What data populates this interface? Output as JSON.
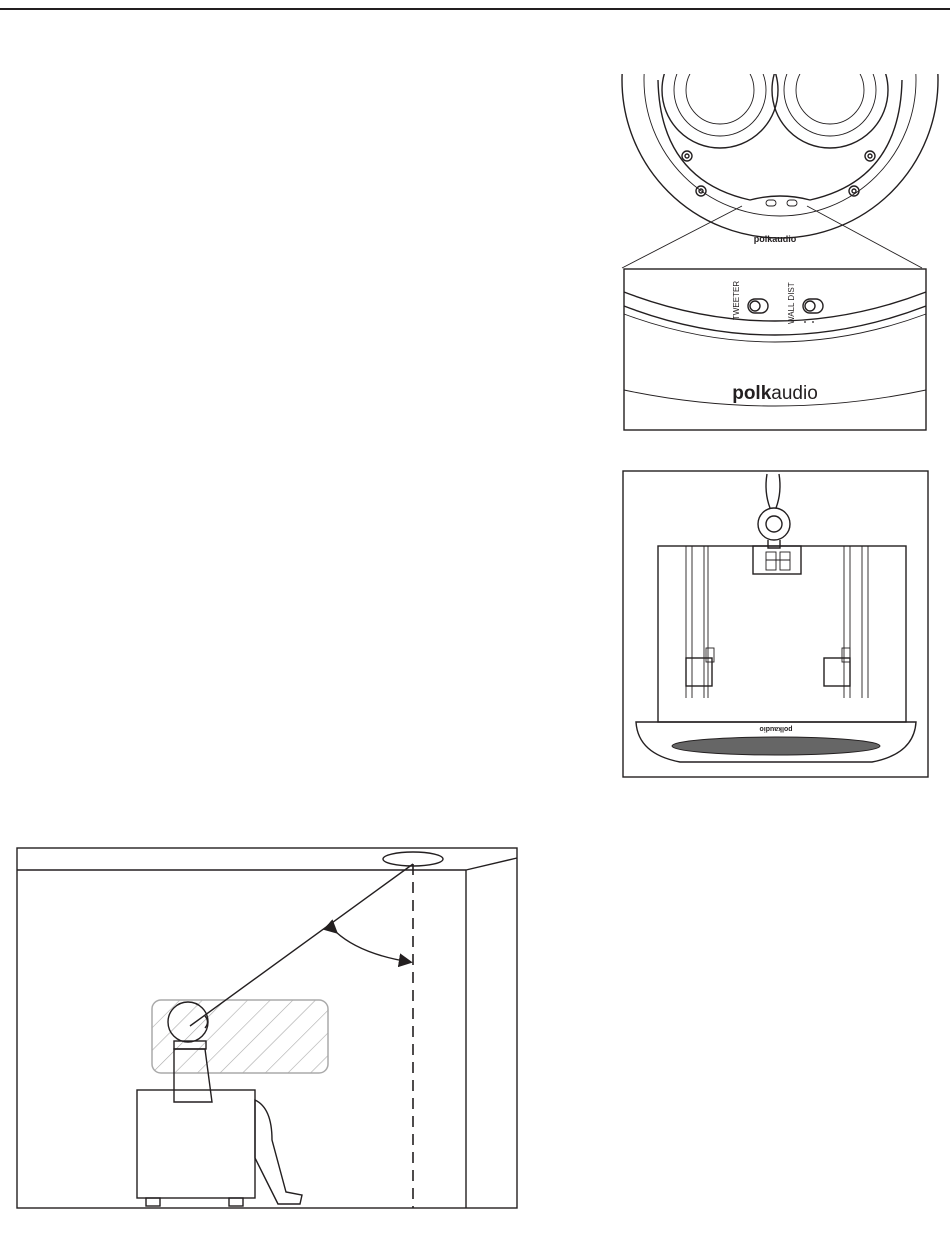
{
  "figure_speaker_switches": {
    "brand_small": "polkaudio",
    "brand_bold": "polk",
    "brand_light": "audio",
    "switch_tweeter_label": "TWEETER",
    "switch_walldist_label": "WALL DIST"
  },
  "figure_speaker_side": {
    "brand_small": "polkaudio"
  },
  "figure_listening_angle": {}
}
